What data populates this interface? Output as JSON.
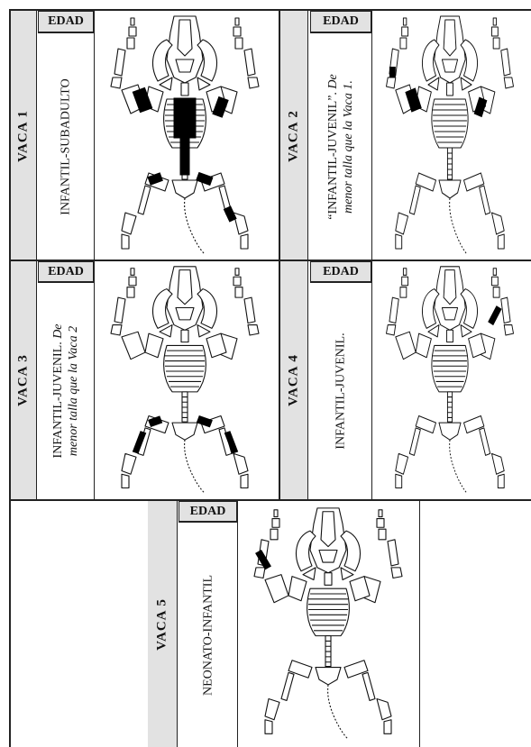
{
  "header_label": "EDAD",
  "cows": [
    {
      "name": "VACA 1",
      "age": "INFANTIL-SUBADULTO",
      "note": "",
      "marked_elements": [
        "left-humerus",
        "right-radius",
        "thoracic-vertebrae",
        "ribs",
        "left-femur",
        "right-femur",
        "right-tibia"
      ]
    },
    {
      "name": "VACA 2",
      "age": "“INFANTIL-JUVENIL”.",
      "note": "De menor talla que la Vaca 1.",
      "marked_elements": [
        "left-humerus",
        "right-radius",
        "left-scapula"
      ]
    },
    {
      "name": "VACA 3",
      "age": "INFANTIL-JUVENIL.",
      "note": "De menor talla que la Vaca 2",
      "marked_elements": [
        "left-femur",
        "right-femur",
        "left-tibia",
        "right-tibia"
      ]
    },
    {
      "name": "VACA 4",
      "age": "INFANTIL-JUVENIL.",
      "note": "",
      "marked_elements": [
        "right-humerus"
      ]
    },
    {
      "name": "VACA 5",
      "age": "NEONATO-INFANTIL",
      "note": "",
      "marked_elements": [
        "left-humerus"
      ]
    }
  ]
}
